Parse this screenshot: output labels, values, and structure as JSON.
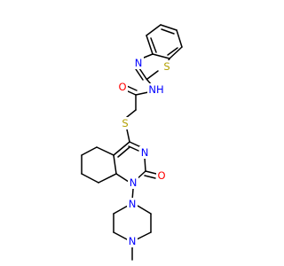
{
  "structure": {
    "atoms": {
      "s_thiazole": {
        "text": "S",
        "color": "#b2a000"
      },
      "n_thiazole": {
        "text": "N",
        "color": "#0000ff"
      },
      "nh": {
        "text": "NH",
        "color": "#0000ff"
      },
      "o_amide": {
        "text": "O",
        "color": "#ff0000"
      },
      "s_thioether": {
        "text": "S",
        "color": "#b2a000"
      },
      "n3": {
        "text": "N",
        "color": "#0000ff"
      },
      "o_ketone": {
        "text": "O",
        "color": "#ff0000"
      },
      "n1": {
        "text": "N",
        "color": "#0000ff"
      },
      "n_pip_top": {
        "text": "N",
        "color": "#0000ff"
      },
      "n_pip_bottom": {
        "text": "N",
        "color": "#0000ff"
      }
    },
    "bond_color": "#000000"
  }
}
